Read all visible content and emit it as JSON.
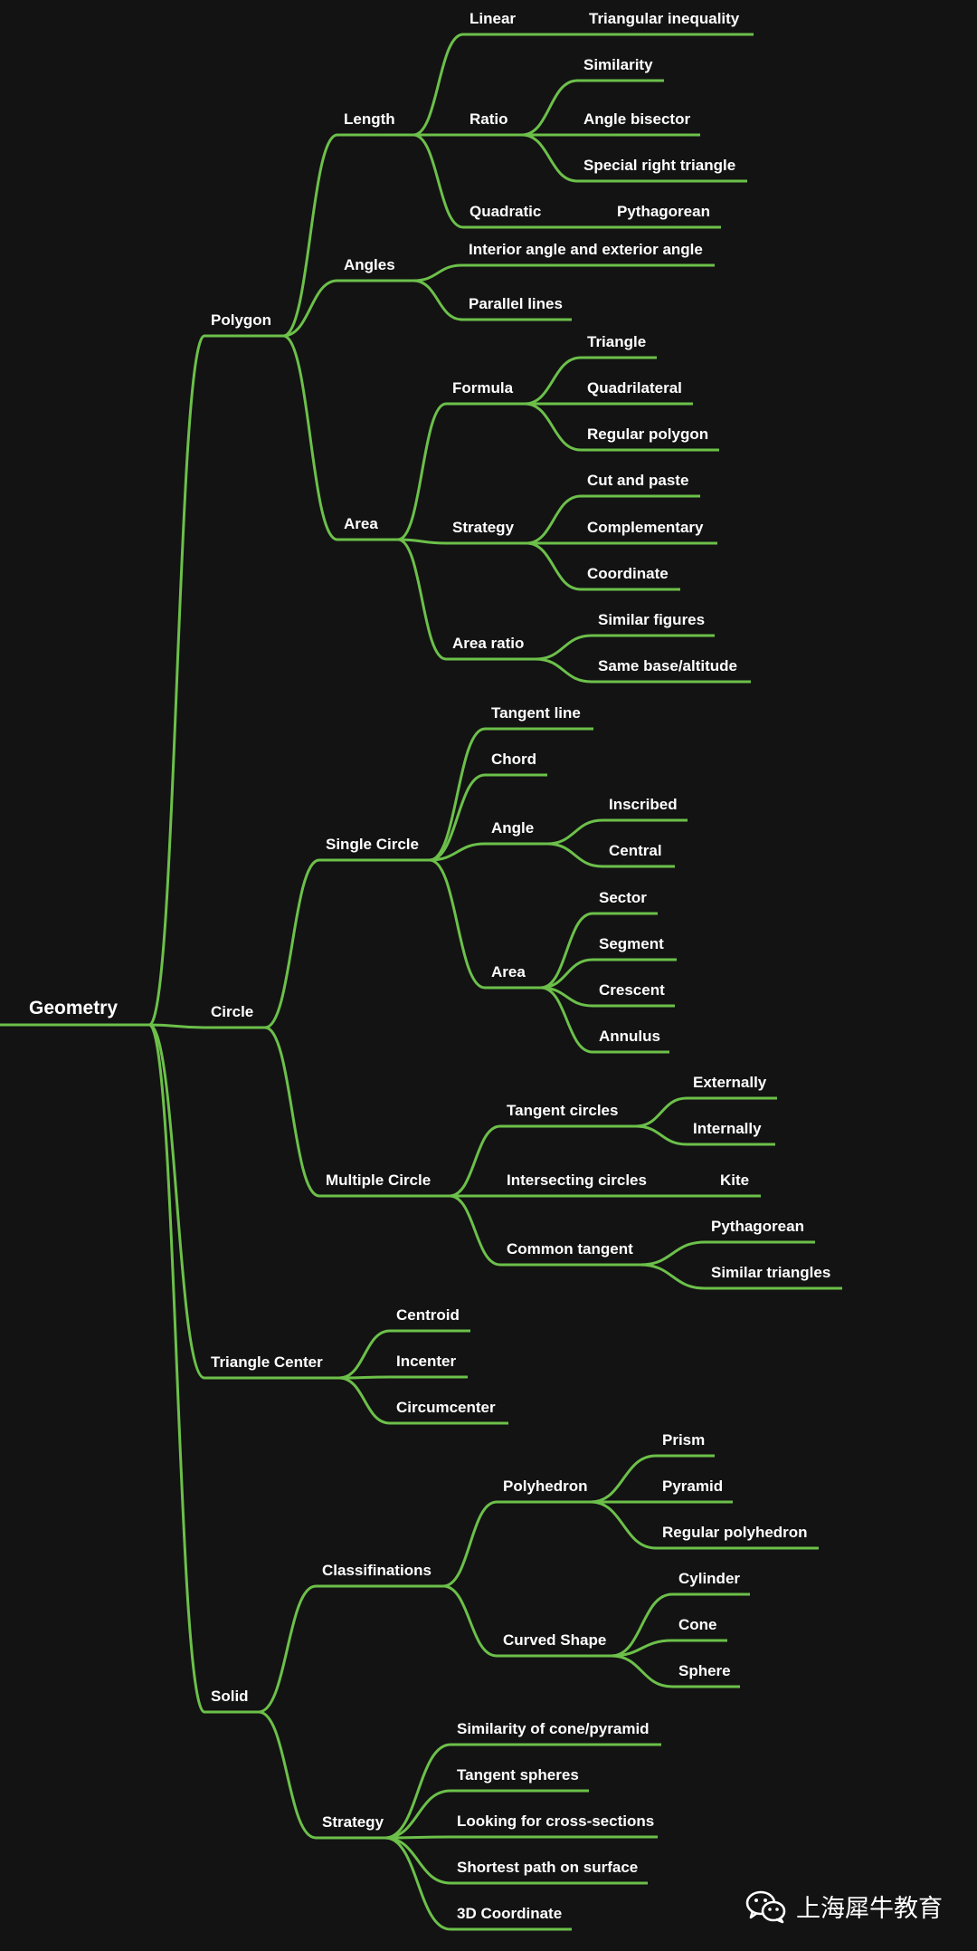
{
  "mindmap": {
    "root": "Geometry",
    "nodes": [
      {
        "id": "polygon",
        "label": "Polygon",
        "parent": "root"
      },
      {
        "id": "length",
        "label": "Length",
        "parent": "polygon"
      },
      {
        "id": "linear",
        "label": "Linear",
        "parent": "length"
      },
      {
        "id": "tri_ineq",
        "label": "Triangular inequality",
        "parent": "linear"
      },
      {
        "id": "ratio",
        "label": "Ratio",
        "parent": "length"
      },
      {
        "id": "similarity",
        "label": "Similarity",
        "parent": "ratio"
      },
      {
        "id": "angle_bisector",
        "label": "Angle bisector",
        "parent": "ratio"
      },
      {
        "id": "special_rt",
        "label": "Special right triangle",
        "parent": "ratio"
      },
      {
        "id": "quadratic",
        "label": "Quadratic",
        "parent": "length"
      },
      {
        "id": "pythag1",
        "label": "Pythagorean",
        "parent": "quadratic"
      },
      {
        "id": "angles",
        "label": "Angles",
        "parent": "polygon"
      },
      {
        "id": "int_ext",
        "label": "Interior angle and exterior angle",
        "parent": "angles"
      },
      {
        "id": "parallel",
        "label": "Parallel lines",
        "parent": "angles"
      },
      {
        "id": "area1",
        "label": "Area",
        "parent": "polygon"
      },
      {
        "id": "formula",
        "label": "Formula",
        "parent": "area1"
      },
      {
        "id": "triangle",
        "label": "Triangle",
        "parent": "formula"
      },
      {
        "id": "quadrilateral",
        "label": "Quadrilateral",
        "parent": "formula"
      },
      {
        "id": "reg_polygon",
        "label": "Regular polygon",
        "parent": "formula"
      },
      {
        "id": "strategy1",
        "label": "Strategy",
        "parent": "area1"
      },
      {
        "id": "cut_paste",
        "label": "Cut and paste",
        "parent": "strategy1"
      },
      {
        "id": "complementary",
        "label": "Complementary",
        "parent": "strategy1"
      },
      {
        "id": "coordinate",
        "label": "Coordinate",
        "parent": "strategy1"
      },
      {
        "id": "area_ratio",
        "label": "Area ratio",
        "parent": "area1"
      },
      {
        "id": "similar_figs",
        "label": "Similar figures",
        "parent": "area_ratio"
      },
      {
        "id": "same_base",
        "label": "Same base/altitude",
        "parent": "area_ratio"
      },
      {
        "id": "circle",
        "label": "Circle",
        "parent": "root"
      },
      {
        "id": "single_circle",
        "label": "Single Circle",
        "parent": "circle"
      },
      {
        "id": "tangent_line",
        "label": "Tangent line",
        "parent": "single_circle"
      },
      {
        "id": "chord",
        "label": "Chord",
        "parent": "single_circle"
      },
      {
        "id": "angle",
        "label": "Angle",
        "parent": "single_circle"
      },
      {
        "id": "inscribed",
        "label": "Inscribed",
        "parent": "angle"
      },
      {
        "id": "central",
        "label": "Central",
        "parent": "angle"
      },
      {
        "id": "area2",
        "label": "Area",
        "parent": "single_circle"
      },
      {
        "id": "sector",
        "label": "Sector",
        "parent": "area2"
      },
      {
        "id": "segment",
        "label": "Segment",
        "parent": "area2"
      },
      {
        "id": "crescent",
        "label": "Crescent",
        "parent": "area2"
      },
      {
        "id": "annulus",
        "label": "Annulus",
        "parent": "area2"
      },
      {
        "id": "multi_circle",
        "label": "Multiple Circle",
        "parent": "circle"
      },
      {
        "id": "tangent_circles",
        "label": "Tangent circles",
        "parent": "multi_circle"
      },
      {
        "id": "externally",
        "label": "Externally",
        "parent": "tangent_circles"
      },
      {
        "id": "internally",
        "label": "Internally",
        "parent": "tangent_circles"
      },
      {
        "id": "intersecting",
        "label": "Intersecting circles",
        "parent": "multi_circle"
      },
      {
        "id": "kite",
        "label": "Kite",
        "parent": "intersecting"
      },
      {
        "id": "common_tangent",
        "label": "Common tangent",
        "parent": "multi_circle"
      },
      {
        "id": "pythag2",
        "label": "Pythagorean",
        "parent": "common_tangent"
      },
      {
        "id": "similar_tris",
        "label": "Similar triangles",
        "parent": "common_tangent"
      },
      {
        "id": "tri_center",
        "label": "Triangle Center",
        "parent": "root"
      },
      {
        "id": "centroid",
        "label": "Centroid",
        "parent": "tri_center"
      },
      {
        "id": "incenter",
        "label": "Incenter",
        "parent": "tri_center"
      },
      {
        "id": "circumcenter",
        "label": "Circumcenter",
        "parent": "tri_center"
      },
      {
        "id": "solid",
        "label": "Solid",
        "parent": "root"
      },
      {
        "id": "classif",
        "label": "Classifinations",
        "parent": "solid"
      },
      {
        "id": "polyhedron",
        "label": "Polyhedron",
        "parent": "classif"
      },
      {
        "id": "prism",
        "label": "Prism",
        "parent": "polyhedron"
      },
      {
        "id": "pyramid",
        "label": "Pyramid",
        "parent": "polyhedron"
      },
      {
        "id": "reg_polyhedron",
        "label": "Regular polyhedron",
        "parent": "polyhedron"
      },
      {
        "id": "curved",
        "label": "Curved Shape",
        "parent": "classif"
      },
      {
        "id": "cylinder",
        "label": "Cylinder",
        "parent": "curved"
      },
      {
        "id": "cone",
        "label": "Cone",
        "parent": "curved"
      },
      {
        "id": "sphere",
        "label": "Sphere",
        "parent": "curved"
      },
      {
        "id": "strategy2",
        "label": "Strategy",
        "parent": "solid"
      },
      {
        "id": "sim_cone",
        "label": "Similarity of cone/pyramid",
        "parent": "strategy2"
      },
      {
        "id": "tangent_spheres",
        "label": "Tangent spheres",
        "parent": "strategy2"
      },
      {
        "id": "cross_sections",
        "label": "Looking for cross-sections",
        "parent": "strategy2"
      },
      {
        "id": "shortest_path",
        "label": "Shortest path on surface",
        "parent": "strategy2"
      },
      {
        "id": "coord3d",
        "label": "3D Coordinate",
        "parent": "strategy2"
      }
    ]
  },
  "watermark": {
    "text": "上海犀牛教育",
    "icon": "wechat-icon"
  },
  "colors": {
    "background": "#131313",
    "edge": "#6cc04a",
    "text": "#ffffff"
  }
}
